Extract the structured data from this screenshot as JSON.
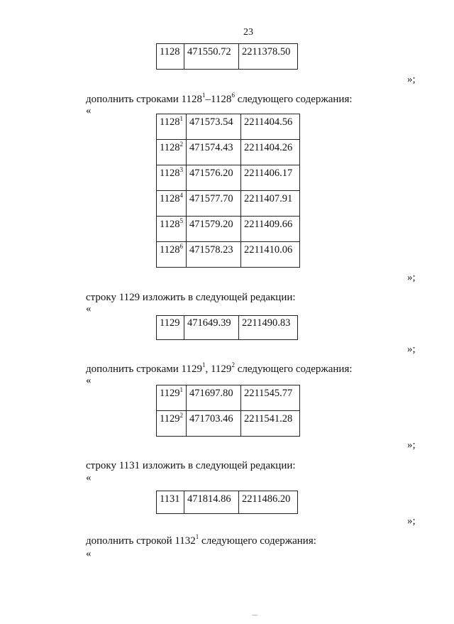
{
  "page_number": "23",
  "block1": {
    "rows": [
      {
        "num": "1128",
        "sup": "",
        "x": "471550.72",
        "y": "2211378.50"
      }
    ],
    "close": "»;"
  },
  "block2": {
    "intro_pre": "дополнить строками 1128",
    "intro_sup1": "1",
    "intro_mid": "–1128",
    "intro_sup2": "6",
    "intro_post": " следующего содержания:",
    "open": "«",
    "rows": [
      {
        "num": "1128",
        "sup": "1",
        "x": "471573.54",
        "y": "2211404.56"
      },
      {
        "num": "1128",
        "sup": "2",
        "x": "471574.43",
        "y": "2211404.26"
      },
      {
        "num": "1128",
        "sup": "3",
        "x": "471576.20",
        "y": "2211406.17"
      },
      {
        "num": "1128",
        "sup": "4",
        "x": "471577.70",
        "y": "2211407.91"
      },
      {
        "num": "1128",
        "sup": "5",
        "x": "471579.20",
        "y": "2211409.66"
      },
      {
        "num": "1128",
        "sup": "6",
        "x": "471578.23",
        "y": "2211410.06"
      }
    ],
    "close": "»;"
  },
  "block3": {
    "intro": "строку 1129 изложить в следующей редакции:",
    "open": "«",
    "rows": [
      {
        "num": "1129",
        "sup": "",
        "x": "471649.39",
        "y": "2211490.83"
      }
    ],
    "close": "»;"
  },
  "block4": {
    "intro_pre": "дополнить строками 1129",
    "intro_sup1": "1",
    "intro_mid": ", 1129",
    "intro_sup2": "2",
    "intro_post": " следующего содержания:",
    "open": "«",
    "rows": [
      {
        "num": "1129",
        "sup": "1",
        "x": "471697.80",
        "y": "2211545.77"
      },
      {
        "num": "1129",
        "sup": "2",
        "x": "471703.46",
        "y": "2211541.28"
      }
    ],
    "close": "»;"
  },
  "block5": {
    "intro": "строку 1131 изложить в следующей редакции:",
    "open": "«",
    "rows": [
      {
        "num": "1131",
        "sup": "",
        "x": "471814.86",
        "y": "2211486.20"
      }
    ],
    "close": "»;"
  },
  "block6": {
    "intro_pre": "дополнить строкой 1132",
    "intro_sup1": "1",
    "intro_post": " следующего содержания:",
    "open": "«"
  }
}
